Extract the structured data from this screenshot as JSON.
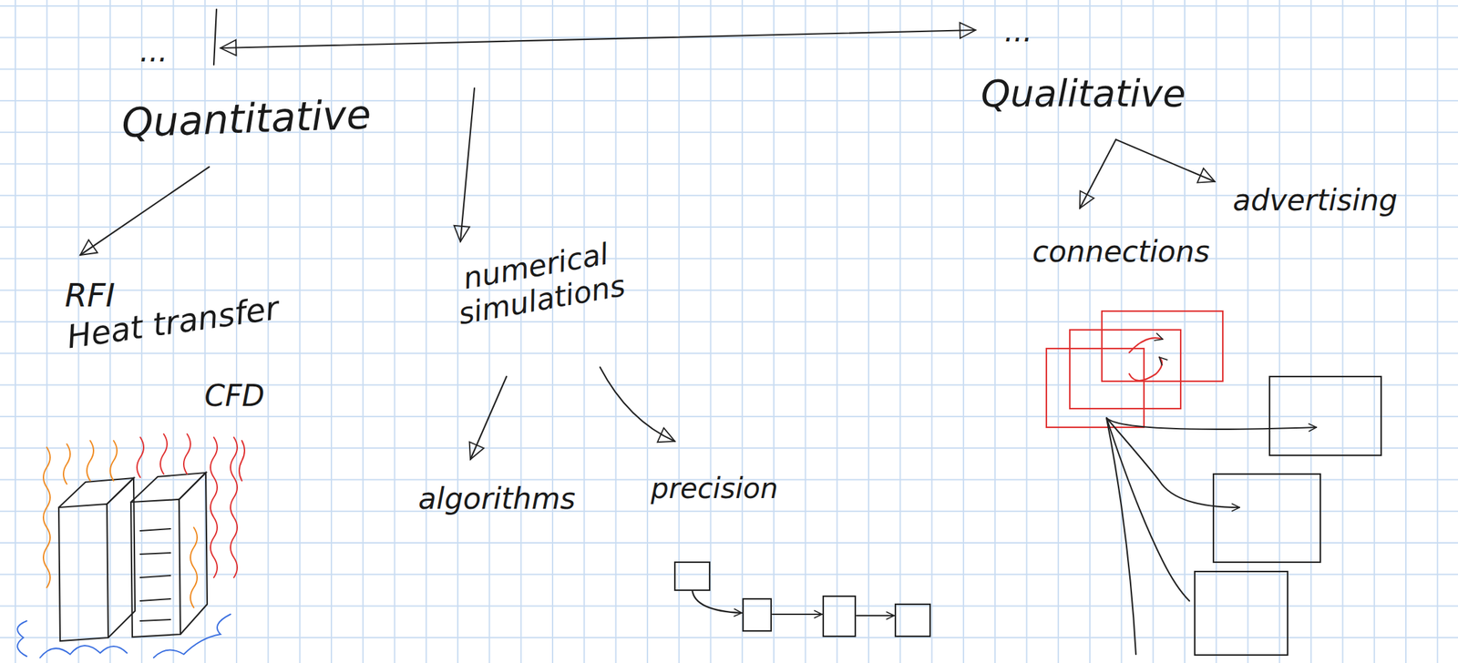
{
  "diagram": {
    "labels": [
      "...",
      "Quantitative",
      "...",
      "Qualitative",
      "RFI",
      "Heat transfer",
      "CFD",
      "numerical simulations",
      "algorithms",
      "precision",
      "connections",
      "advertising"
    ]
  }
}
